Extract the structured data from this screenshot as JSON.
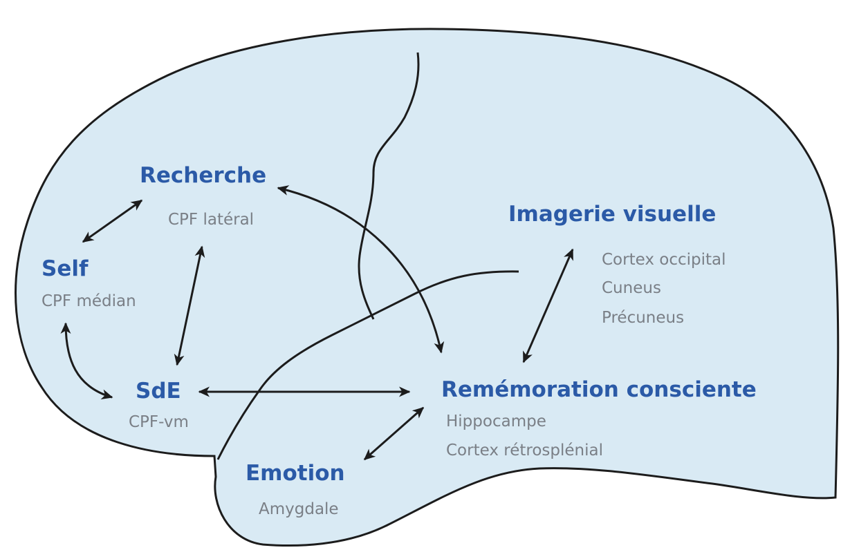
{
  "colors": {
    "brain_fill": "#d9eaf4",
    "outline": "#1c1c1c",
    "title": "#2b5aa7",
    "subtitle": "#7a7f86"
  },
  "nodes": {
    "recherche": {
      "title": "Recherche",
      "regions": [
        "CPF latéral"
      ]
    },
    "self": {
      "title": "Self",
      "regions": [
        "CPF médian"
      ]
    },
    "sde": {
      "title": "SdE",
      "regions": [
        "CPF-vm"
      ]
    },
    "imagerie": {
      "title": "Imagerie visuelle",
      "regions": [
        "Cortex occipital",
        "Cuneus",
        "Précuneus"
      ]
    },
    "rememoration": {
      "title": "Remémoration consciente",
      "regions": [
        "Hippocampe",
        "Cortex rétrosplénial"
      ]
    },
    "emotion": {
      "title": "Emotion",
      "regions": [
        "Amygdale"
      ]
    }
  },
  "links": [
    {
      "from": "self",
      "to": "recherche"
    },
    {
      "from": "recherche",
      "to": "sde"
    },
    {
      "from": "self",
      "to": "sde"
    },
    {
      "from": "sde",
      "to": "rememoration"
    },
    {
      "from": "recherche",
      "to": "rememoration"
    },
    {
      "from": "imagerie",
      "to": "rememoration"
    },
    {
      "from": "emotion",
      "to": "rememoration"
    }
  ]
}
